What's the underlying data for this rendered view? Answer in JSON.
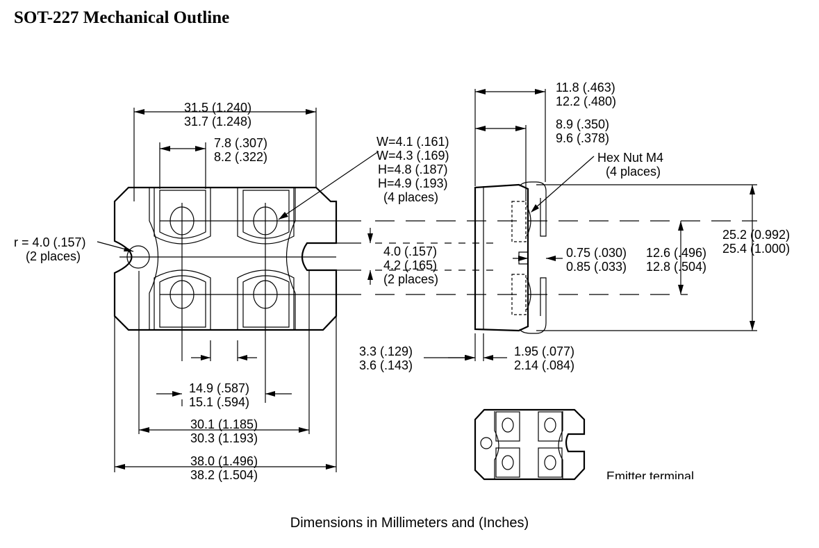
{
  "title": "SOT-227 Mechanical Outline",
  "caption": "Dimensions in Millimeters and (Inches)",
  "colors": {
    "line": "#000000",
    "background": "#ffffff"
  },
  "dims": {
    "d_31_5": "31.5 (1.240)",
    "d_31_7": "31.7 (1.248)",
    "d_7_8": "7.8 (.307)",
    "d_8_2": "8.2 (.322)",
    "w41": "W=4.1 (.161)",
    "w43": "W=4.3 (.169)",
    "h48": "H=4.8 (.187)",
    "h49": "H=4.9 (.193)",
    "four_places": "(4 places)",
    "r40": "r = 4.0 (.157)",
    "two_places": "(2 places)",
    "d_4_0": "4.0 (.157)",
    "d_4_2": "4.2 (.165)",
    "two_places_b": "(2 places)",
    "d_3_3": "3.3 (.129)",
    "d_3_6": "3.6 (.143)",
    "d_14_9": "14.9 (.587)",
    "d_15_1": "15.1 (.594)",
    "d_30_1": "30.1 (1.185)",
    "d_30_3": "30.3 (1.193)",
    "d_38_0": "38.0 (1.496)",
    "d_38_2": "38.2 (1.504)",
    "d_11_8": "11.8 (.463)",
    "d_12_2": "12.2 (.480)",
    "d_8_9": "8.9 (.350)",
    "d_9_6": "9.6 (.378)",
    "hexnut": "Hex Nut M4",
    "hex_places": "(4 places)",
    "d_0_75": "0.75 (.030)",
    "d_0_85": "0.85 (.033)",
    "d_12_6": "12.6 (.496)",
    "d_12_8": "12.8 (.504)",
    "d_25_2": "25.2 (0.992)",
    "d_25_4": "25.4 (1.000)",
    "d_1_95": "1.95 (.077)",
    "d_2_14": "2.14 (.084)",
    "emitter": "Emitter terminal."
  }
}
